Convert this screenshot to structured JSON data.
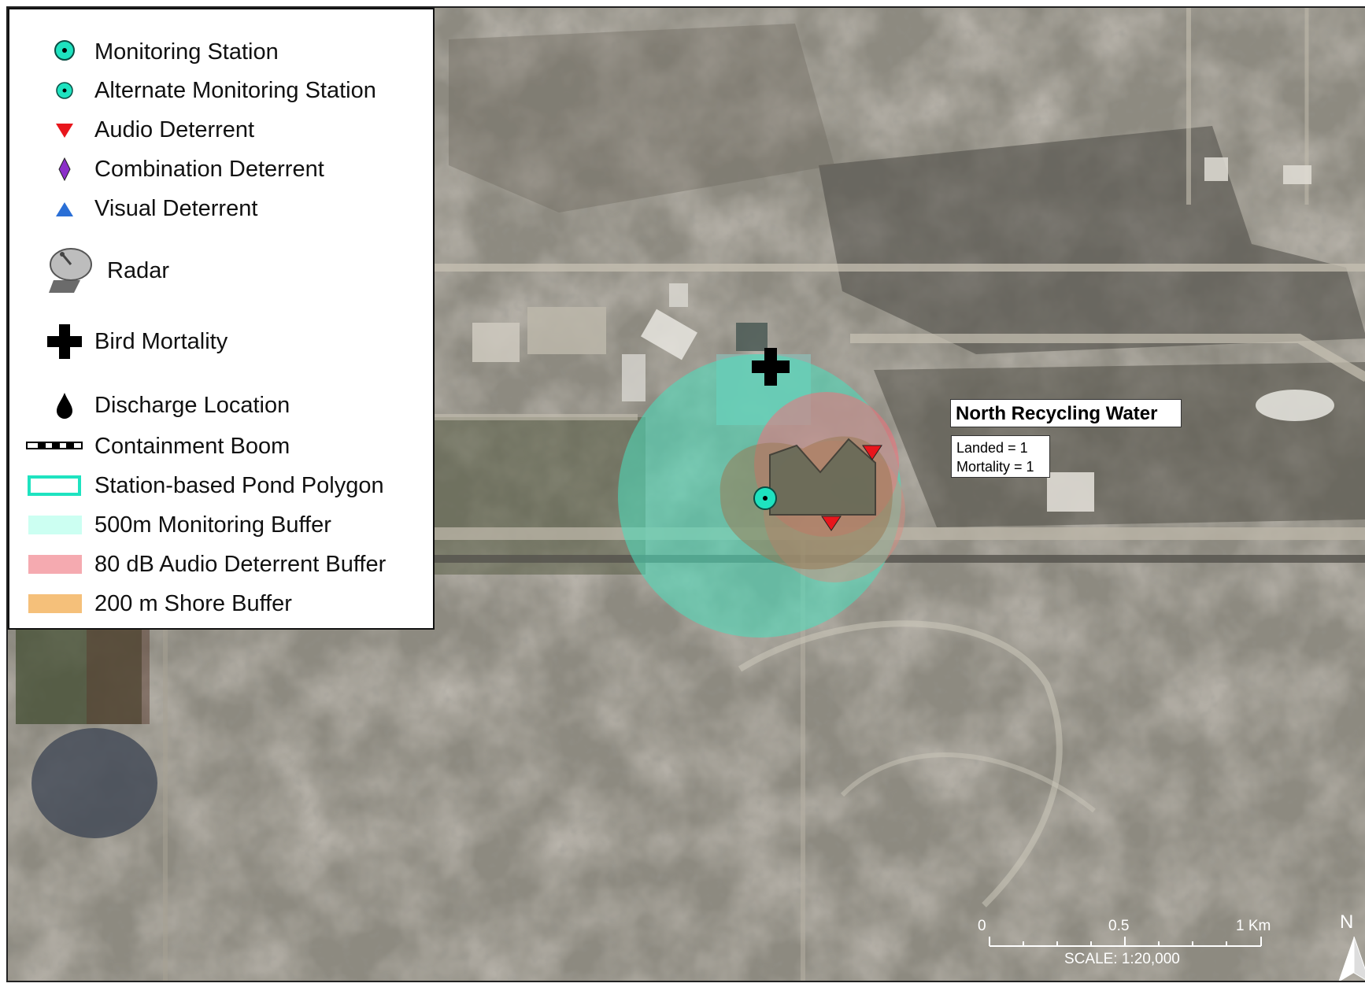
{
  "legend": {
    "items": [
      {
        "key": "monitoring_station",
        "label": "Monitoring Station",
        "icon": "monitoring-station-icon"
      },
      {
        "key": "alternate_monitoring_station",
        "label": "Alternate Monitoring Station",
        "icon": "alternate-monitoring-station-icon"
      },
      {
        "key": "audio_deterrent",
        "label": "Audio Deterrent",
        "icon": "red-triangle-down-icon"
      },
      {
        "key": "combination_deterrent",
        "label": "Combination Deterrent",
        "icon": "purple-diamond-icon"
      },
      {
        "key": "visual_deterrent",
        "label": "Visual Deterrent",
        "icon": "blue-triangle-up-icon"
      },
      {
        "key": "radar",
        "label": "Radar",
        "icon": "radar-dish-icon"
      },
      {
        "key": "bird_mortality",
        "label": "Bird Mortality",
        "icon": "black-cross-icon"
      },
      {
        "key": "discharge_location",
        "label": "Discharge Location",
        "icon": "droplet-icon"
      },
      {
        "key": "containment_boom",
        "label": "Containment Boom",
        "icon": "dashed-line-icon"
      },
      {
        "key": "pond_polygon",
        "label": "Station-based Pond Polygon",
        "icon": "cyan-outline-rect-icon"
      },
      {
        "key": "monitoring_buffer",
        "label": "500m Monitoring Buffer",
        "icon": "cyan-fill-rect-icon"
      },
      {
        "key": "audio_buffer",
        "label": "80 dB Audio Deterrent Buffer",
        "icon": "pink-fill-rect-icon"
      },
      {
        "key": "shore_buffer",
        "label": "200 m Shore Buffer",
        "icon": "orange-fill-rect-icon"
      }
    ]
  },
  "pond": {
    "name": "North Recycling Water",
    "landed": "Landed = 1",
    "mortality": "Mortality = 1"
  },
  "scale": {
    "ticks": [
      "0",
      "0.5",
      "1 Km"
    ],
    "ratio": "SCALE: 1:20,000"
  },
  "north_arrow": {
    "label": "N"
  },
  "colors": {
    "monitoring_station": "#1ee3c0",
    "monitoring_buffer": "#48e0bd",
    "audio_buffer": "#f2707a",
    "shore_buffer": "#f5c07a",
    "audio_deterrent": "#e8161c",
    "combination_deterrent": "#8b2fc9",
    "visual_deterrent": "#2a6fd6"
  }
}
